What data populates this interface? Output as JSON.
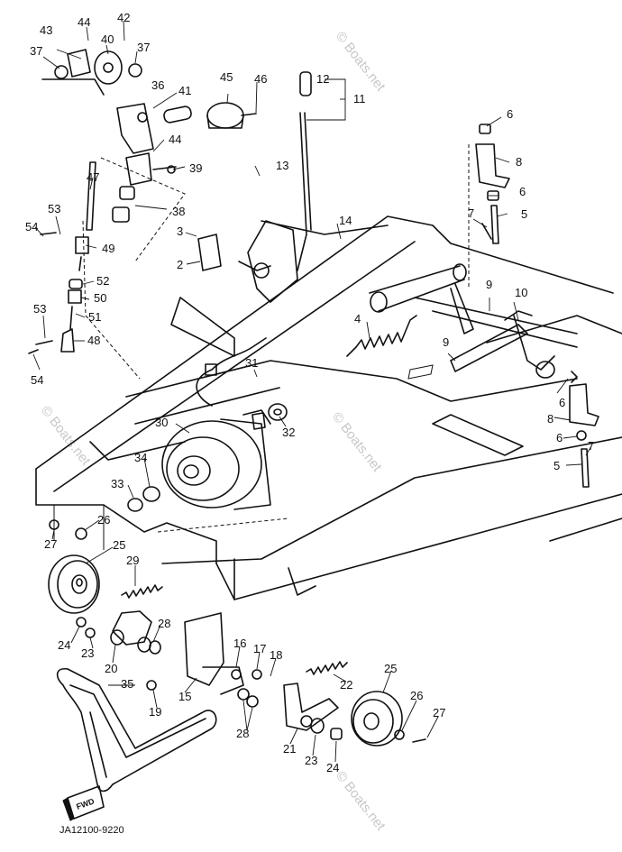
{
  "diagram": {
    "labels": {
      "p2": "2",
      "p3": "3",
      "p4": "4",
      "p5": "5",
      "p6": "6",
      "p7": "7",
      "p8": "8",
      "p9": "9",
      "p10": "10",
      "p11": "11",
      "p12": "12",
      "p13": "13",
      "p14": "14",
      "p15": "15",
      "p16": "16",
      "p17": "17",
      "p18": "18",
      "p19": "19",
      "p20": "20",
      "p21": "21",
      "p22": "22",
      "p23": "23",
      "p24": "24",
      "p25": "25",
      "p26": "26",
      "p27": "27",
      "p28": "28",
      "p29": "29",
      "p30": "30",
      "p31": "31",
      "p32": "32",
      "p33": "33",
      "p34": "34",
      "p35": "35",
      "p36": "36",
      "p37": "37",
      "p38": "38",
      "p39": "39",
      "p40": "40",
      "p41": "41",
      "p42": "42",
      "p43": "43",
      "p44": "44",
      "p45": "45",
      "p46": "46",
      "p47": "47",
      "p48": "48",
      "p49": "49",
      "p50": "50",
      "p51": "51",
      "p52": "52",
      "p53": "53",
      "p54": "54"
    },
    "drawing_code": "JA12100-9220",
    "forward_arrow_text": "FWD",
    "watermark_text": "© Boats.net"
  }
}
